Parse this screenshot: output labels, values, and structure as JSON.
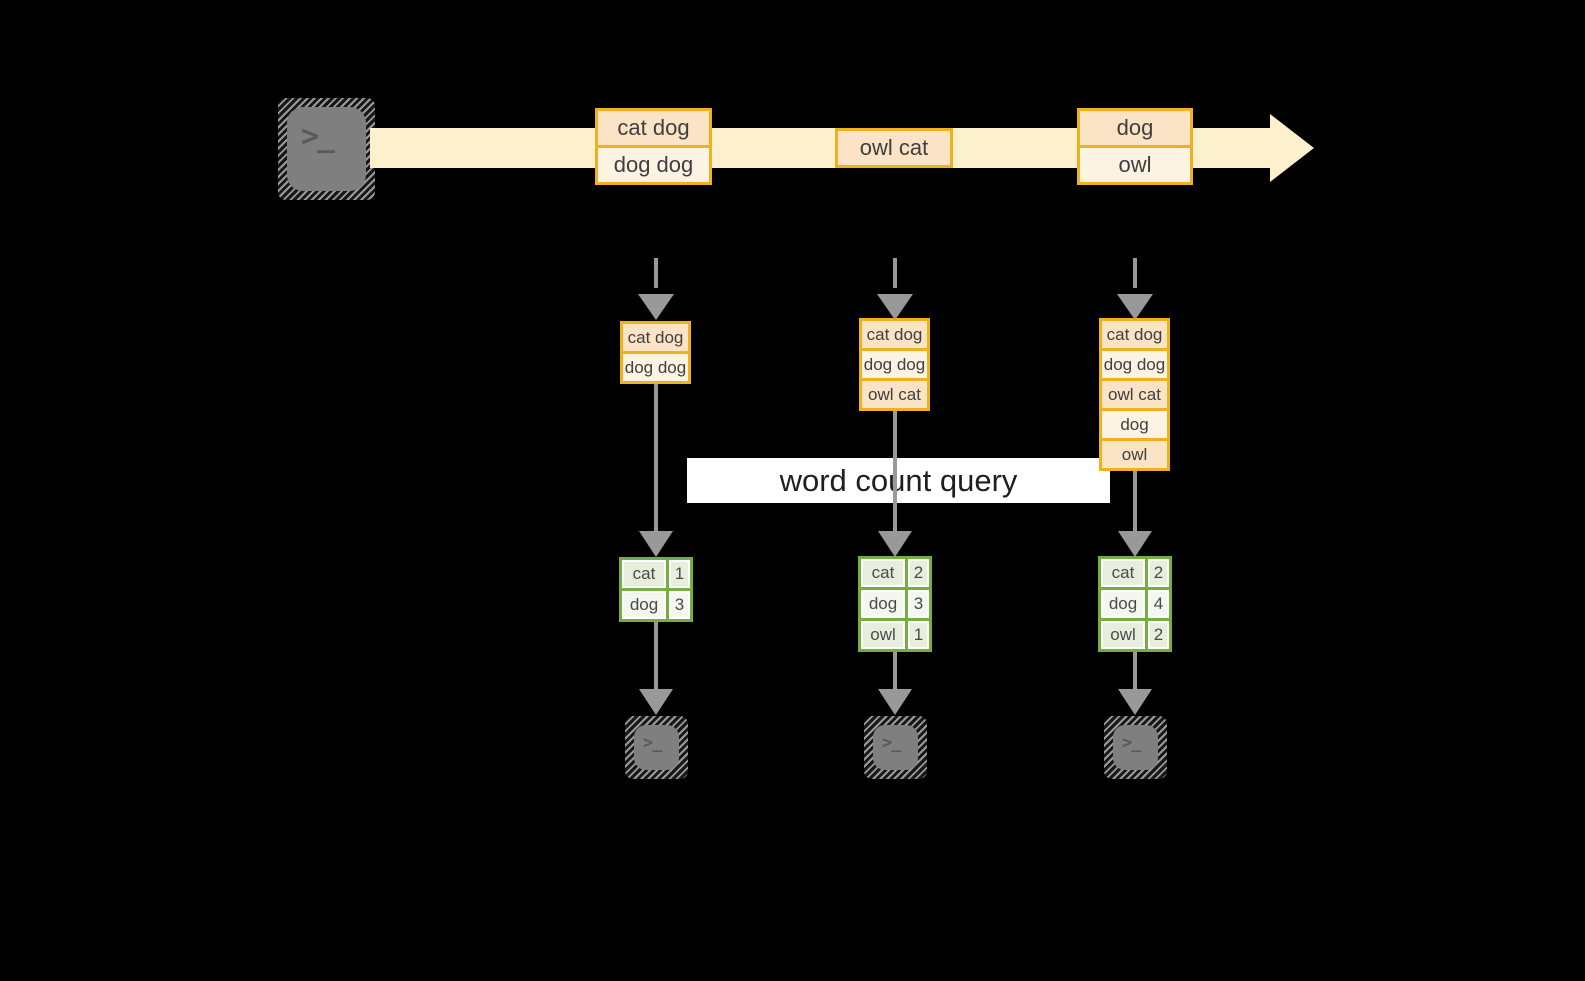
{
  "title": "streaming word count query diagram",
  "terminal_glyph": ">_",
  "query_label": "word count query",
  "colors": {
    "background": "#000000",
    "stream_arrow": "#fcf0cd",
    "event_border": "#f0b11d",
    "event_fill_dark": "#fbe3c5",
    "event_fill_light": "#fdf3e3",
    "arrow_gray": "#999999",
    "terminal_fill": "#7f7f7f",
    "table_green_border": "#77ae41",
    "table_cell_green": "#e7efdc",
    "table_cell_light": "#f4f7ef"
  },
  "stream_events": [
    {
      "lines": [
        "cat dog",
        "dog dog"
      ]
    },
    {
      "lines": [
        "owl cat"
      ]
    },
    {
      "lines": [
        "dog",
        "owl"
      ]
    }
  ],
  "buffers": [
    {
      "lines": [
        "cat dog",
        "dog dog"
      ]
    },
    {
      "lines": [
        "cat dog",
        "dog dog",
        "owl cat"
      ]
    },
    {
      "lines": [
        "cat dog",
        "dog dog",
        "owl cat",
        "dog",
        "owl"
      ]
    }
  ],
  "tables": [
    {
      "rows": [
        [
          "cat",
          "1"
        ],
        [
          "dog",
          "3"
        ]
      ]
    },
    {
      "rows": [
        [
          "cat",
          "2"
        ],
        [
          "dog",
          "3"
        ],
        [
          "owl",
          "1"
        ]
      ]
    },
    {
      "rows": [
        [
          "cat",
          "2"
        ],
        [
          "dog",
          "4"
        ],
        [
          "owl",
          "2"
        ]
      ]
    }
  ]
}
